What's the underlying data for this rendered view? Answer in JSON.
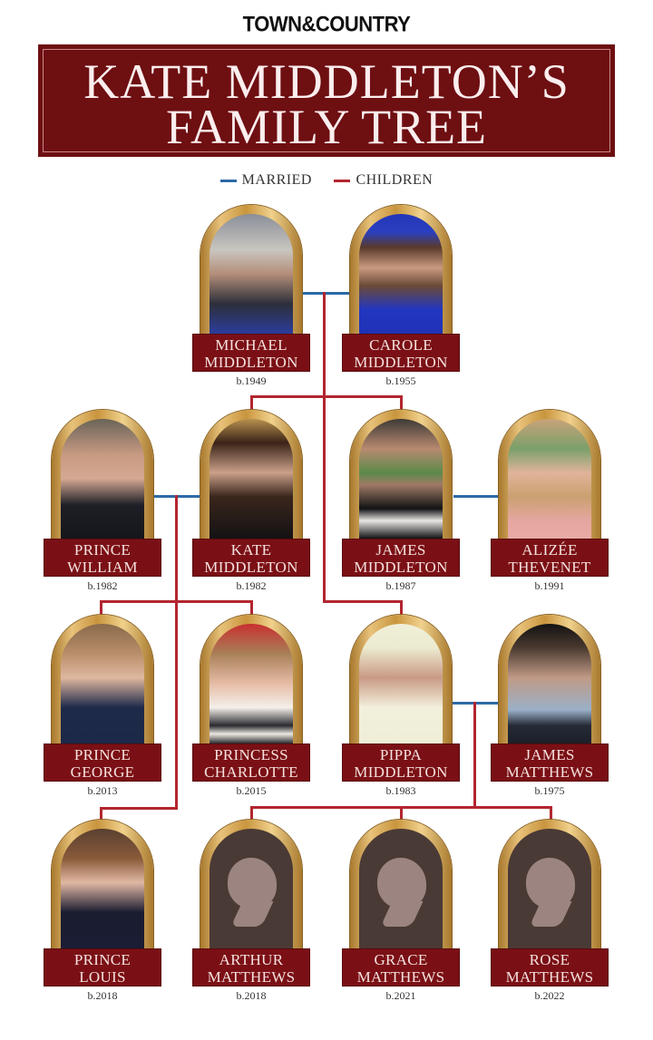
{
  "brand": "TOWN&COUNTRY",
  "title": {
    "line1": "KATE MIDDLETON’S",
    "line2": "FAMILY TREE"
  },
  "legend": {
    "married": {
      "label": "MARRIED",
      "color": "#2c6aa6"
    },
    "children": {
      "label": "CHILDREN",
      "color": "#b32630"
    }
  },
  "people": [
    {
      "id": "michael",
      "first": "MICHAEL",
      "last": "MIDDLETON",
      "born": "b.1949",
      "photo": "photo"
    },
    {
      "id": "carole",
      "first": "CAROLE",
      "last": "MIDDLETON",
      "born": "b.1955",
      "photo": "photo"
    },
    {
      "id": "william",
      "first": "PRINCE",
      "last": "WILLIAM",
      "born": "b.1982",
      "photo": "photo"
    },
    {
      "id": "kate",
      "first": "KATE",
      "last": "MIDDLETON",
      "born": "b.1982",
      "photo": "photo"
    },
    {
      "id": "james-middleton",
      "first": "JAMES",
      "last": "MIDDLETON",
      "born": "b.1987",
      "photo": "photo"
    },
    {
      "id": "alizee",
      "first": "ALIZÉE",
      "last": "THEVENET",
      "born": "b.1991",
      "photo": "photo"
    },
    {
      "id": "george",
      "first": "PRINCE",
      "last": "GEORGE",
      "born": "b.2013",
      "photo": "photo"
    },
    {
      "id": "charlotte",
      "first": "PRINCESS",
      "last": "CHARLOTTE",
      "born": "b.2015",
      "photo": "photo"
    },
    {
      "id": "pippa",
      "first": "PIPPA",
      "last": "MIDDLETON",
      "born": "b.1983",
      "photo": "photo"
    },
    {
      "id": "james-matthews",
      "first": "JAMES",
      "last": "MATTHEWS",
      "born": "b.1975",
      "photo": "photo"
    },
    {
      "id": "louis",
      "first": "PRINCE",
      "last": "LOUIS",
      "born": "b.2018",
      "photo": "photo"
    },
    {
      "id": "arthur",
      "first": "ARTHUR",
      "last": "MATTHEWS",
      "born": "b.2018",
      "photo": "silhouette"
    },
    {
      "id": "grace",
      "first": "GRACE",
      "last": "MATTHEWS",
      "born": "b.2021",
      "photo": "silhouette"
    },
    {
      "id": "rose",
      "first": "ROSE",
      "last": "MATTHEWS",
      "born": "b.2022",
      "photo": "silhouette"
    }
  ]
}
